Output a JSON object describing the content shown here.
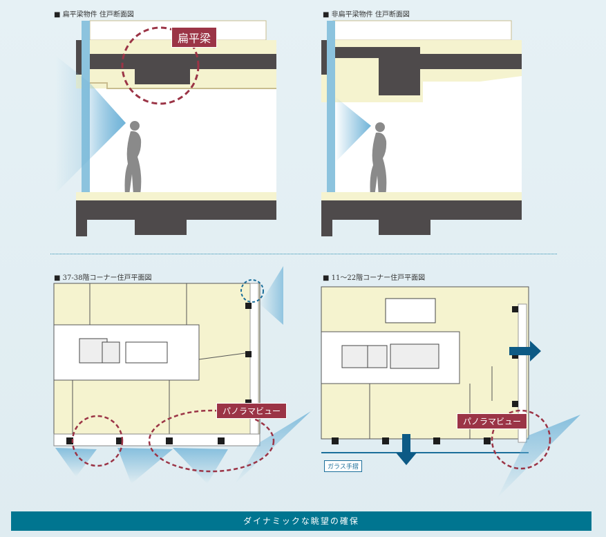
{
  "sections": [
    {
      "caption": "扁平梁物件 住戸断面図",
      "tag": "扁平梁"
    },
    {
      "caption": "非扁平梁物件 住戸断面図"
    }
  ],
  "plans": [
    {
      "caption": "37-38階コーナー住戸平面図",
      "tag": "パノラマビュー"
    },
    {
      "caption": "11～22階コーナー住戸平面図",
      "tag": "パノラマビュー",
      "glass_label": "ガラス手摺"
    }
  ],
  "banner": "ダイナミックな眺望の確保",
  "colors": {
    "beige": "#f5f3cf",
    "dark": "#4e4a4b",
    "glass": "#8cc3de",
    "accent": "#9b3446",
    "banner": "#007590"
  }
}
